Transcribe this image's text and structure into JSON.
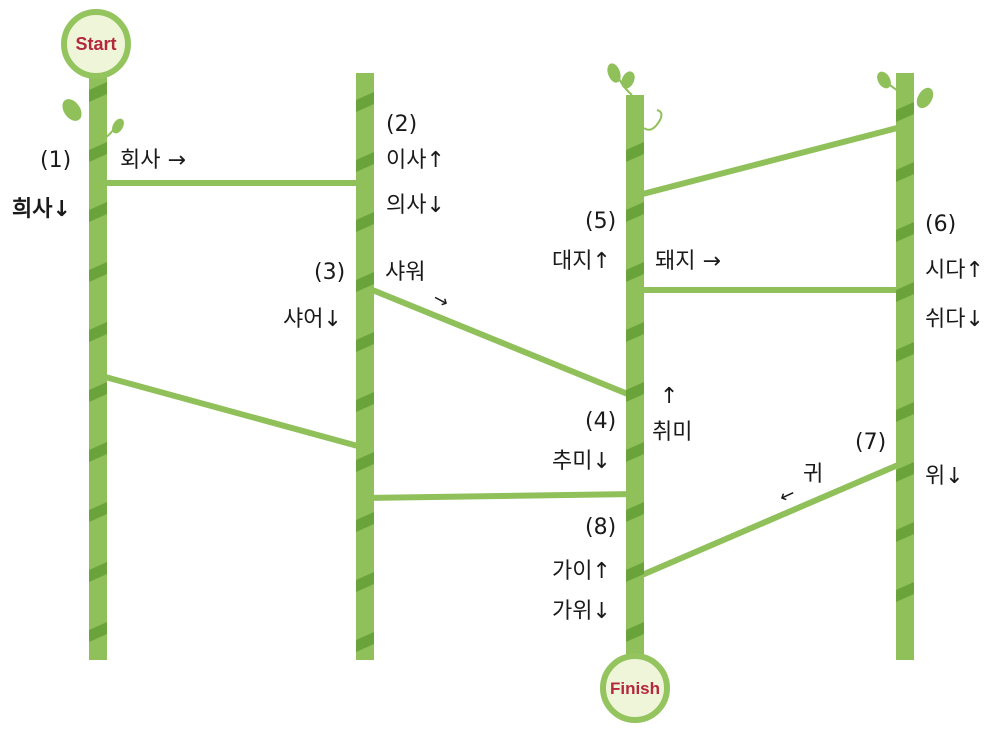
{
  "start_label": "Start",
  "finish_label": "Finish",
  "nodes": {
    "n1": {
      "num": "(1)",
      "left_word": "회사 →",
      "answer": "희사↓"
    },
    "n2": {
      "num": "(2)",
      "up": "이사↑",
      "down": "의사↓"
    },
    "n3": {
      "num": "(3)",
      "word": "샤워",
      "arrow": "→",
      "answer": "샤어↓"
    },
    "n4": {
      "num": "(4)",
      "up_arrow": "↑",
      "word": "취미",
      "answer": "추미↓"
    },
    "n5": {
      "num": "(5)",
      "up": "대지↑",
      "word": "돼지 →"
    },
    "n6": {
      "num": "(6)",
      "up": "시다↑",
      "down": "쉬다↓"
    },
    "n7": {
      "num": "(7)",
      "word": "귀",
      "arrow": "←",
      "answer": "위↓"
    },
    "n8": {
      "num": "(8)",
      "up": "가이↑",
      "down": "가위↓"
    }
  },
  "colors": {
    "pole": "#8fc05a",
    "pole_band": "#5f9a32",
    "rung": "#8fc05a",
    "circle_border": "#93c45e",
    "circle_fill": "#eef5d8",
    "label_red": "#b5283b"
  }
}
